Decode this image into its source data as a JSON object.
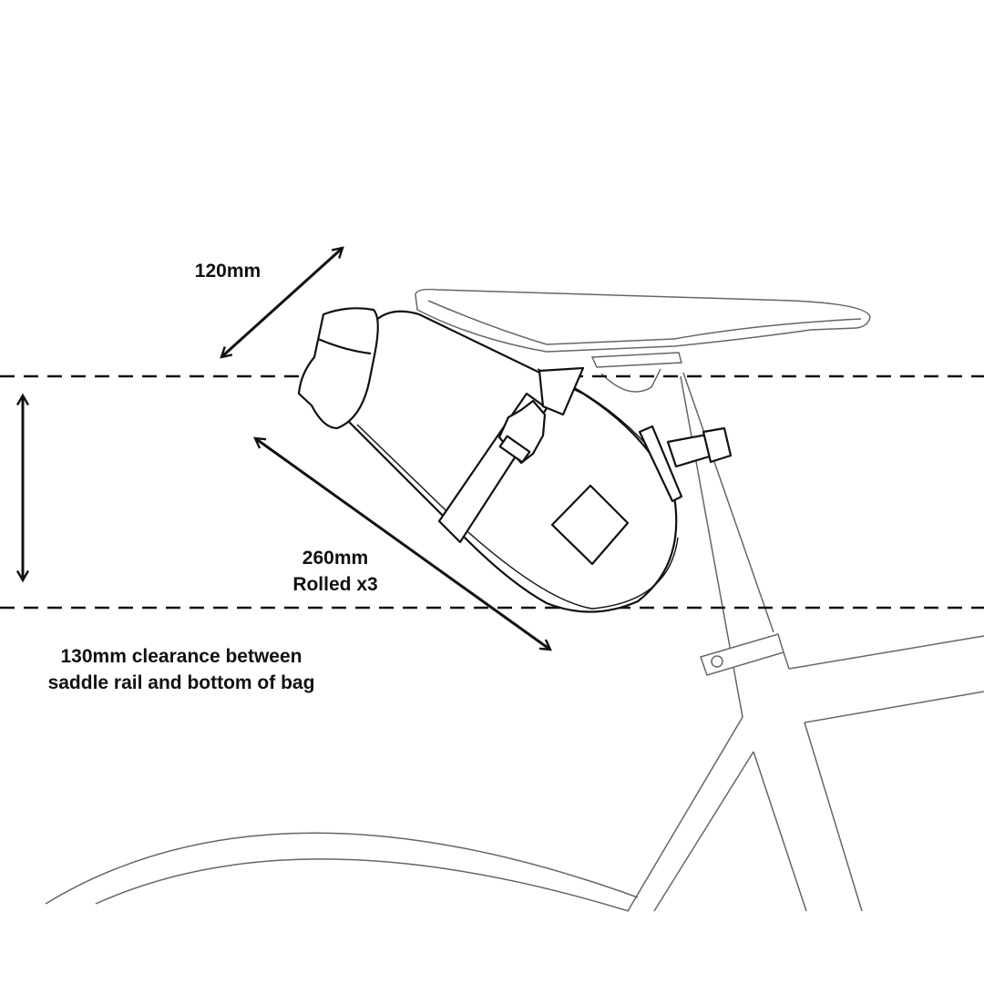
{
  "labels": {
    "bag_height": "120mm",
    "bag_length": "260mm",
    "bag_length_note": "Rolled x3",
    "clearance_line1": "130mm clearance between",
    "clearance_line2": "saddle rail and bottom of bag"
  },
  "colors": {
    "line": "#111111",
    "frame": "#555555",
    "background": "#ffffff"
  }
}
